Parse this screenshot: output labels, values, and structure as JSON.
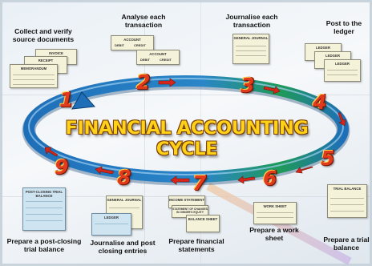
{
  "title": "FINANCIAL ACCOUNTING CYCLE",
  "steps": [
    {
      "number": "1",
      "label": "Collect and verify source documents",
      "docs": [
        "INVOICE",
        "RECEIPT",
        "MEMORANDUM"
      ]
    },
    {
      "number": "2",
      "label": "Analyse each transaction",
      "docs": [
        "ACCOUNT",
        "ACCOUNT"
      ],
      "debit": "DEBIT",
      "credit": "CREDIT"
    },
    {
      "number": "3",
      "label": "Journalise each transaction",
      "docs": [
        "GENERAL JOURNAL"
      ]
    },
    {
      "number": "4",
      "label": "Post to the ledger",
      "docs": [
        "LEDGER",
        "LEDGER",
        "LEDGER"
      ]
    },
    {
      "number": "5",
      "label": "Prepare a trial balance",
      "docs": [
        "TRIAL BALANCE"
      ]
    },
    {
      "number": "6",
      "label": "Prepare a work sheet",
      "docs": [
        "WORK SHEET"
      ]
    },
    {
      "number": "7",
      "label": "Prepare financial statements",
      "docs": [
        "INCOME STATEMENT",
        "STATEMENT OF CHANGES IN OWNER'S EQUITY",
        "BALANCE SHEET"
      ]
    },
    {
      "number": "8",
      "label": "Journalise and post closing entries",
      "docs": [
        "GENERAL JOURNAL",
        "LEDGER"
      ]
    },
    {
      "number": "9",
      "label": "Prepare a post-closing trial balance",
      "docs": [
        "POST-CLOSING TRIAL BALANCE"
      ]
    }
  ],
  "colors": {
    "ring_blue": "#1f6fb8",
    "ring_green": "#1f9a58",
    "number_red": "#e23a1c",
    "title_yellow": "#ffd21a",
    "arrow_red": "#d7261b"
  }
}
